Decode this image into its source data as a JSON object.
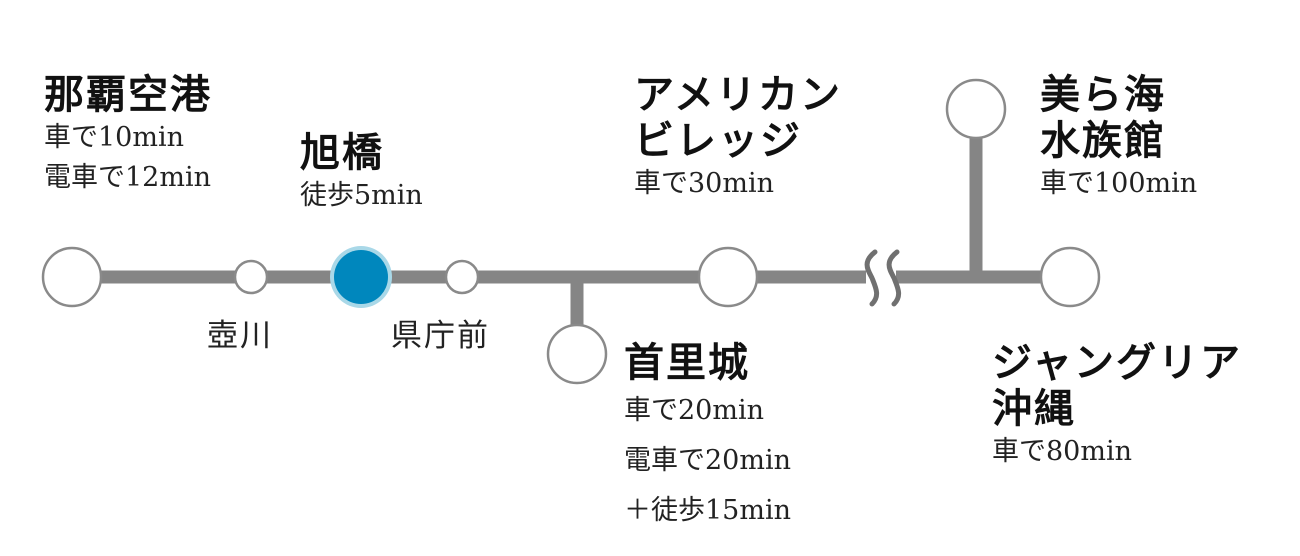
{
  "colors": {
    "line": "#858585",
    "node_stroke": "#8a8a8a",
    "node_fill": "#ffffff",
    "current_fill": "#0087bd",
    "current_ring": "#a9d8e8",
    "text": "#1a1a1a"
  },
  "destinations": {
    "naha_airport": {
      "title": "那覇空港",
      "lines": [
        "車で10min",
        "電車で12min"
      ]
    },
    "asahibashi": {
      "title": "旭橋",
      "lines": [
        "徒歩5min"
      ]
    },
    "american_village": {
      "title_lines": [
        "アメリカン",
        "ビレッジ"
      ],
      "lines": [
        "車で30min"
      ]
    },
    "churaumi": {
      "title_lines": [
        "美ら海",
        "水族館"
      ],
      "lines": [
        "車で100min"
      ]
    },
    "shurijo": {
      "title": "首里城",
      "lines": [
        "車で20min",
        "電車で20min",
        "＋徒歩15min"
      ]
    },
    "junglia": {
      "title_lines": [
        "ジャングリア",
        "沖縄"
      ],
      "lines": [
        "車で80min"
      ]
    }
  },
  "stations": {
    "tsubogawa": "壺川",
    "kenchomae": "県庁前"
  },
  "icons": {
    "current_location": "filled-blue-circle",
    "break_mark": "double-wave-break"
  }
}
